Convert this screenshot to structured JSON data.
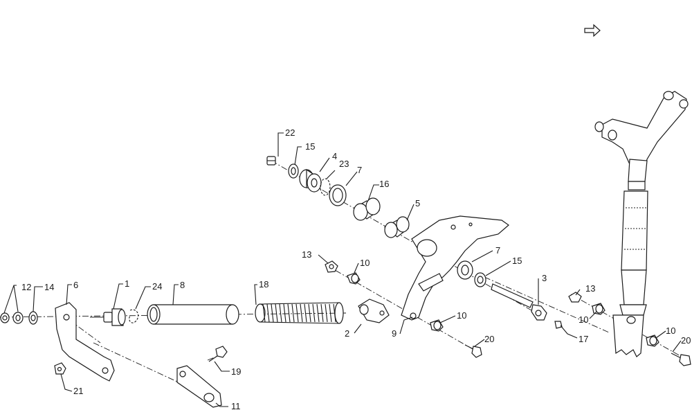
{
  "callouts": [
    {
      "id": "c22",
      "text": "22"
    },
    {
      "id": "c15a",
      "text": "15"
    },
    {
      "id": "c4",
      "text": "4"
    },
    {
      "id": "c23",
      "text": "23"
    },
    {
      "id": "c7a",
      "text": "7"
    },
    {
      "id": "c16",
      "text": "16"
    },
    {
      "id": "c5",
      "text": "5"
    },
    {
      "id": "c13a",
      "text": "13"
    },
    {
      "id": "c10a",
      "text": "10"
    },
    {
      "id": "c7b",
      "text": "7"
    },
    {
      "id": "c15b",
      "text": "15"
    },
    {
      "id": "c3",
      "text": "3"
    },
    {
      "id": "c13b",
      "text": "13"
    },
    {
      "id": "c10b",
      "text": "10"
    },
    {
      "id": "c10c",
      "text": "10"
    },
    {
      "id": "c20a",
      "text": "20"
    },
    {
      "id": "c17",
      "text": "17"
    },
    {
      "id": "c10d",
      "text": "10"
    },
    {
      "id": "c20b",
      "text": "20"
    },
    {
      "id": "c12",
      "text": "12"
    },
    {
      "id": "c14",
      "text": "14"
    },
    {
      "id": "c6",
      "text": "6"
    },
    {
      "id": "c1",
      "text": "1"
    },
    {
      "id": "c24",
      "text": "24"
    },
    {
      "id": "c8",
      "text": "8"
    },
    {
      "id": "c18",
      "text": "18"
    },
    {
      "id": "c2",
      "text": "2"
    },
    {
      "id": "c9",
      "text": "9"
    },
    {
      "id": "c19",
      "text": "19"
    },
    {
      "id": "c21",
      "text": "21"
    },
    {
      "id": "c11",
      "text": "11"
    }
  ],
  "icons": {
    "next_page": "arrow-right-outline-icon"
  }
}
